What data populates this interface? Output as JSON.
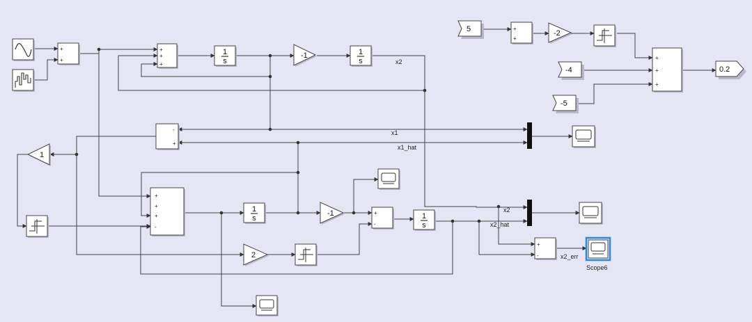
{
  "model": {
    "signals": {
      "x1": "x1",
      "x1_hat": "x1_hat",
      "x2_top": "x2",
      "x2_right": "x2",
      "x2_hat": "x2_hat",
      "x2_err": "x2_err"
    },
    "blocks": {
      "scope6_name": "Scope6",
      "gain_top1": "-1",
      "gain_top2": "-2",
      "gain_mid": "-1",
      "gain_left": "1",
      "gain_two": "2",
      "const_5": "5",
      "const_m4": "-4",
      "const_m5": "-5",
      "out_02": "0.2",
      "int_num": "1",
      "int_den": "s"
    },
    "sign": {
      "plus": "+",
      "minus": "-"
    }
  }
}
